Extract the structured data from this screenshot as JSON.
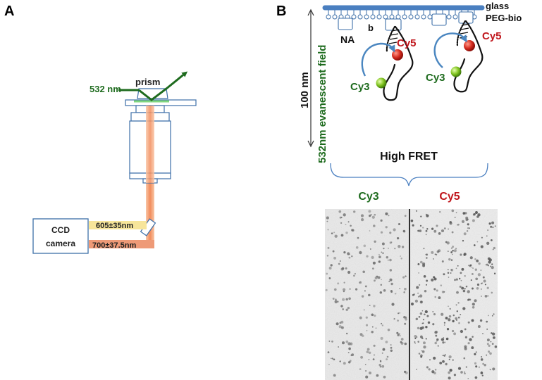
{
  "panel_a": {
    "letter": "A",
    "laser_label": "532 nm",
    "prism_label": "prism",
    "filter_1": "605±35nm",
    "filter_2": "700±37.5nm",
    "camera_line1": "CCD",
    "camera_line2": "camera"
  },
  "panel_b": {
    "letter": "B",
    "glass_label": "glass",
    "peg_label": "PEG-bio",
    "na_label": "NA",
    "b_label": "b",
    "cy5_left": "Cy5",
    "cy5_right": "Cy5",
    "cy3_left": "Cy3",
    "cy3_right": "Cy3",
    "depth_label": "100 nm",
    "field_label": "532nm evanescent field",
    "fret_label": "High FRET",
    "channel_cy3": "Cy3",
    "channel_cy5": "Cy5"
  },
  "colors": {
    "green_text": "#1e6b1e",
    "red_text": "#c0161c",
    "glass_blue": "#4a7fc0",
    "outline_blue": "#3d6fa8",
    "beam_orange": "#f4a37b",
    "beam_yellow": "#f7e59a",
    "beam_red": "#ee7b5a",
    "spot_gray": "#b5b5b5"
  }
}
